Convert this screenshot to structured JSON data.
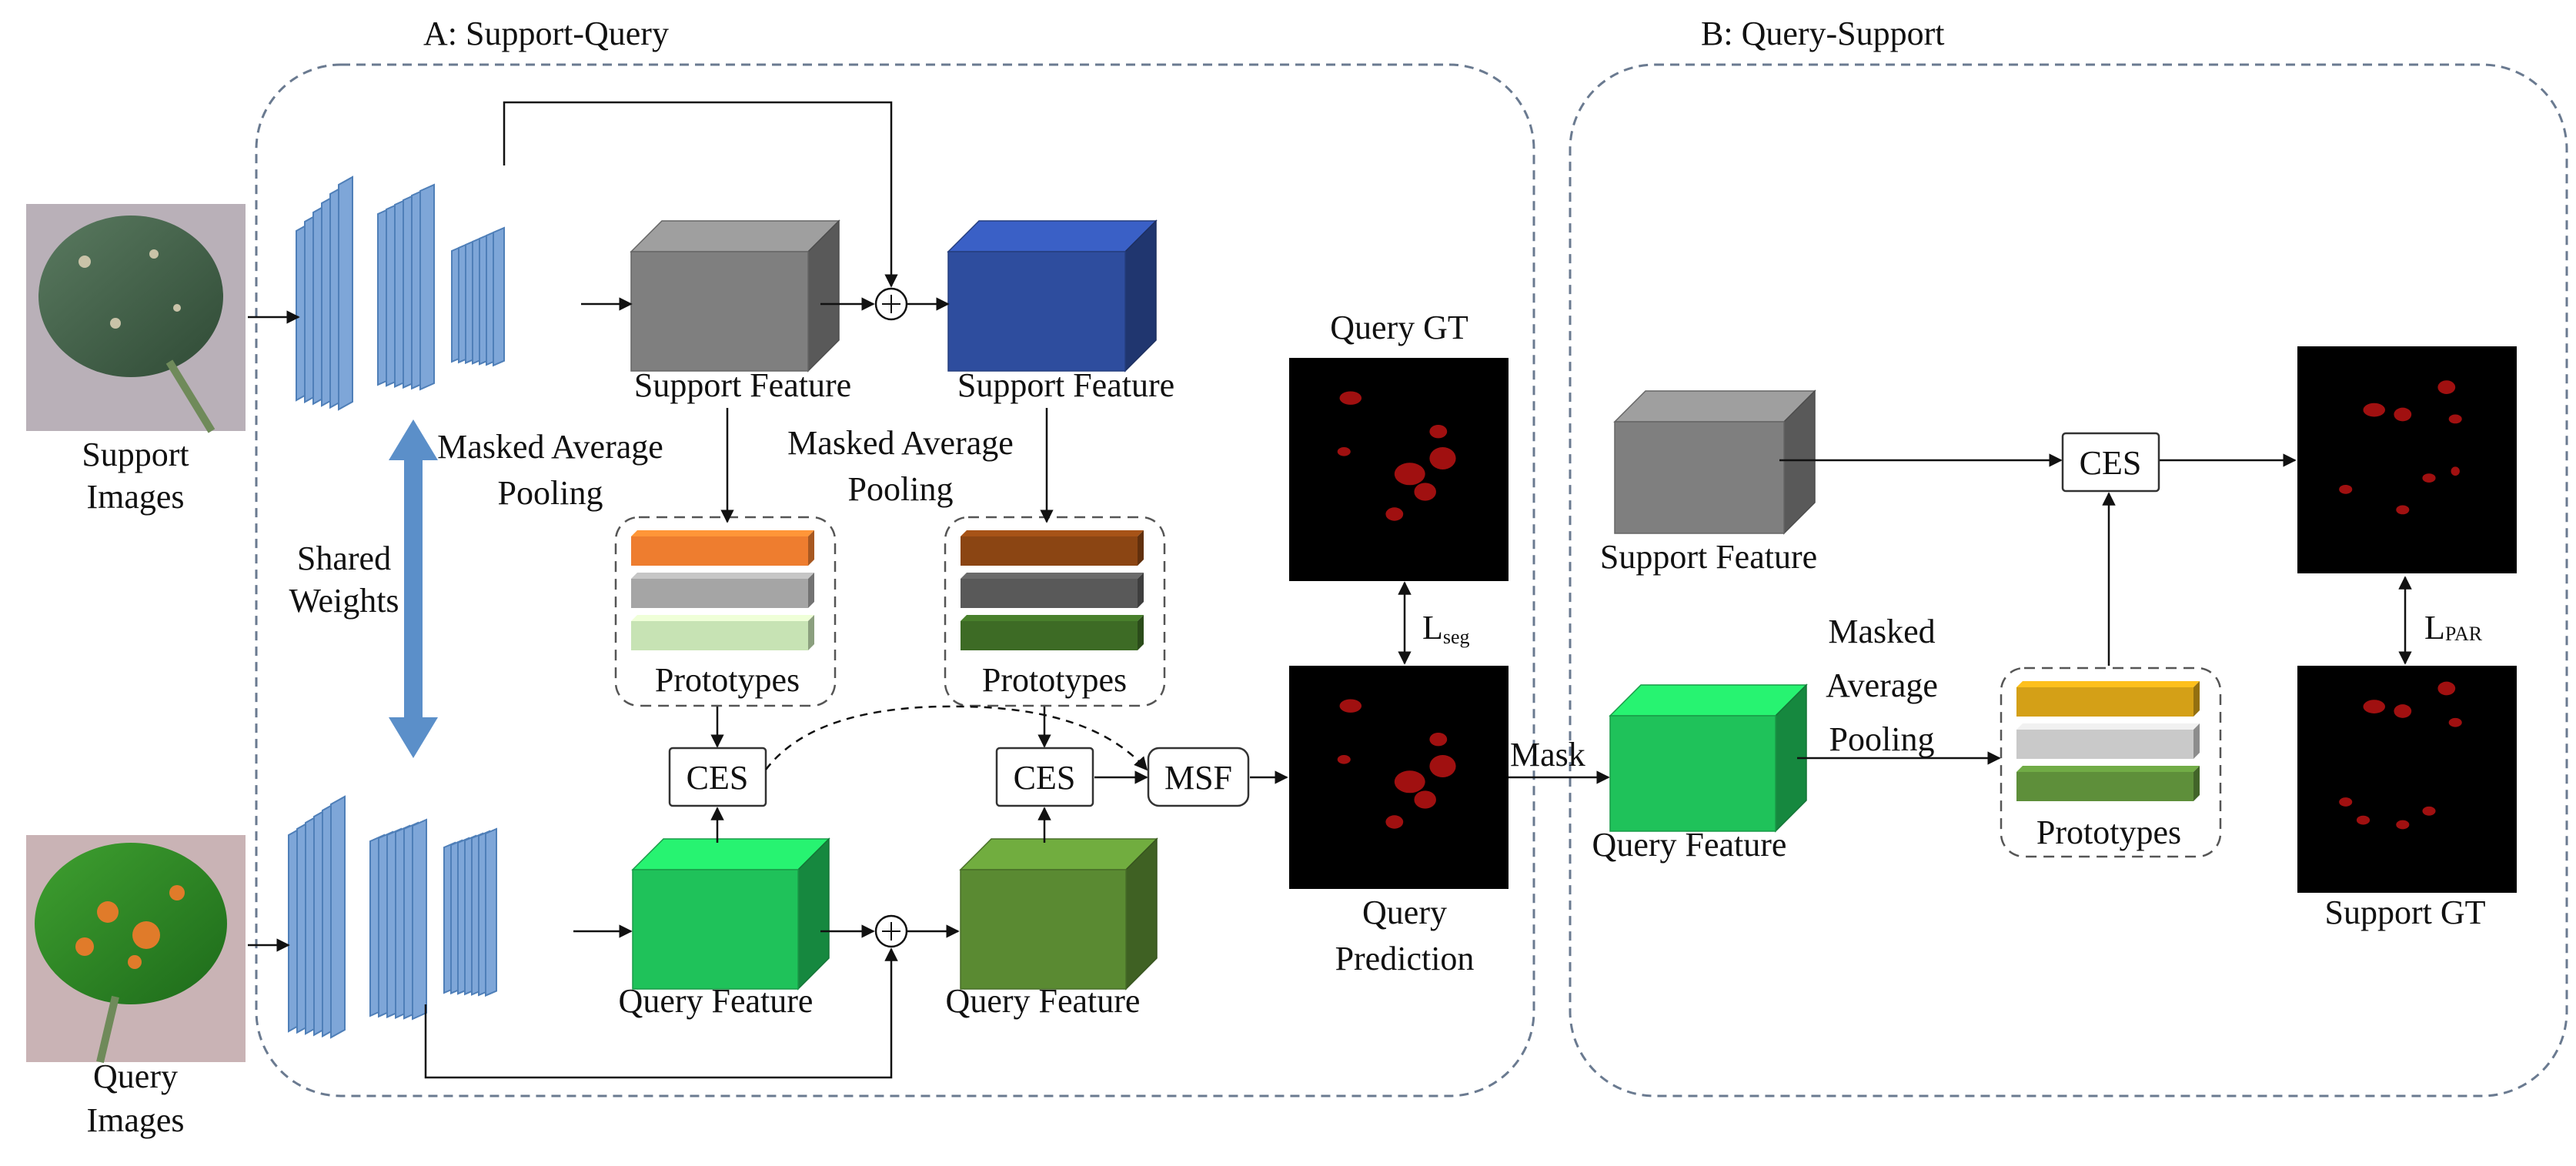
{
  "panel_a": {
    "title": "A: Support-Query"
  },
  "panel_b": {
    "title": "B: Query-Support"
  },
  "inputs": {
    "support_images": [
      "Support",
      "Images"
    ],
    "query_images": [
      "Query",
      "Images"
    ]
  },
  "shared_weights": [
    "Shared",
    "Weights"
  ],
  "feature_labels": {
    "support_feature_1": "Support Feature",
    "support_feature_2": "Support Feature",
    "query_feature_1": "Query Feature",
    "query_feature_2": "Query Feature",
    "support_feature_b": "Support Feature",
    "query_feature_b": "Query Feature"
  },
  "map_labels": {
    "map_1": [
      "Masked Average",
      "Pooling"
    ],
    "map_2": [
      "Masked Average",
      "Pooling"
    ],
    "map_b": [
      "Masked",
      "Average",
      "Pooling"
    ]
  },
  "prototypes_label": "Prototypes",
  "modules": {
    "ces": "CES",
    "msf": "MSF"
  },
  "results": {
    "query_gt": "Query GT",
    "query_prediction": [
      "Query",
      "Prediction"
    ],
    "support_gt": "Support GT",
    "mask": "Mask"
  },
  "losses": {
    "seg": {
      "main": "L",
      "sub": "seg"
    },
    "par": {
      "main": "L",
      "sub": "PAR"
    }
  },
  "colors": {
    "cube_gray": "#7f7f7f",
    "cube_blue": "#2e4d9e",
    "cube_green": "#1fc25a",
    "cube_olive": "#5a8a32",
    "backbone": "#7ea6d8",
    "shared_arrow": "#5b8fc9",
    "proto_orange": [
      "#ee7d2f",
      "#a5a5a5",
      "#c7e3b4"
    ],
    "proto_dark": [
      "#8b4513",
      "#595959",
      "#3d6b25"
    ],
    "proto_b": [
      "#d4a017",
      "#c9c9c9",
      "#5e8f3a"
    ],
    "lesion": "#a01010"
  }
}
